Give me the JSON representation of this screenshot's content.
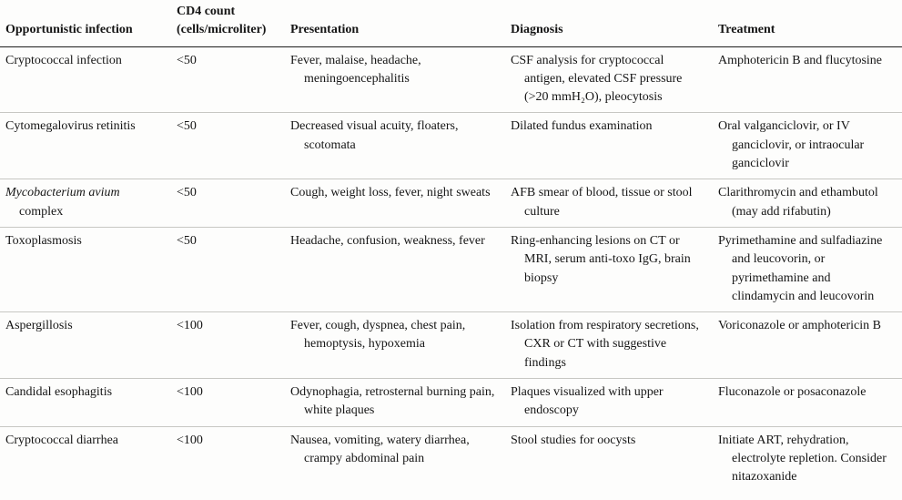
{
  "table": {
    "headers": {
      "infection": "Opportunistic infection",
      "cd4_line1": "CD4 count",
      "cd4_line2": "(cells/microliter)",
      "presentation": "Presentation",
      "diagnosis": "Diagnosis",
      "treatment": "Treatment"
    },
    "rows": [
      {
        "infection": "Cryptococcal infection",
        "cd4": "<50",
        "presentation": "Fever, malaise, headache, meningoencephalitis",
        "diagnosis": "CSF analysis for cryptococcal antigen, elevated CSF pressure (>20 mmH₂O), pleocytosis",
        "treatment": "Amphotericin B and flucytosine"
      },
      {
        "infection": "Cytomegalovirus retinitis",
        "cd4": "<50",
        "presentation": "Decreased visual acuity, floaters, scotomata",
        "diagnosis": "Dilated fundus examination",
        "treatment": "Oral valganciclovir, or IV ganciclovir, or intraocular ganciclovir"
      },
      {
        "infection_italic": "Mycobacterium avium",
        "infection_rest": " complex",
        "cd4": "<50",
        "presentation": "Cough, weight loss, fever, night sweats",
        "diagnosis": "AFB smear of blood, tissue or stool culture",
        "treatment": "Clarithromycin and ethambutol (may add rifabutin)"
      },
      {
        "infection": "Toxoplasmosis",
        "cd4": "<50",
        "presentation": "Headache, confusion, weakness, fever",
        "diagnosis": "Ring-enhancing lesions on CT or MRI, serum anti-toxo IgG, brain biopsy",
        "treatment": "Pyrimethamine and sulfadiazine and leucovorin, or pyrimethamine and clindamycin and leucovorin"
      },
      {
        "infection": "Aspergillosis",
        "cd4": "<100",
        "presentation": "Fever, cough, dyspnea, chest pain, hemoptysis, hypoxemia",
        "diagnosis": "Isolation from respiratory secretions, CXR or CT with suggestive findings",
        "treatment": "Voriconazole or amphotericin B"
      },
      {
        "infection": "Candidal esophagitis",
        "cd4": "<100",
        "presentation": "Odynophagia, retrosternal burning pain, white plaques",
        "diagnosis": "Plaques visualized with upper endoscopy",
        "treatment": "Fluconazole or posaconazole"
      },
      {
        "infection": "Cryptococcal diarrhea",
        "cd4": "<100",
        "presentation": "Nausea, vomiting, watery diarrhea, crampy abdominal pain",
        "diagnosis": "Stool studies for oocysts",
        "treatment": "Initiate ART, rehydration, electrolyte repletion. Consider nitazoxanide"
      }
    ]
  }
}
